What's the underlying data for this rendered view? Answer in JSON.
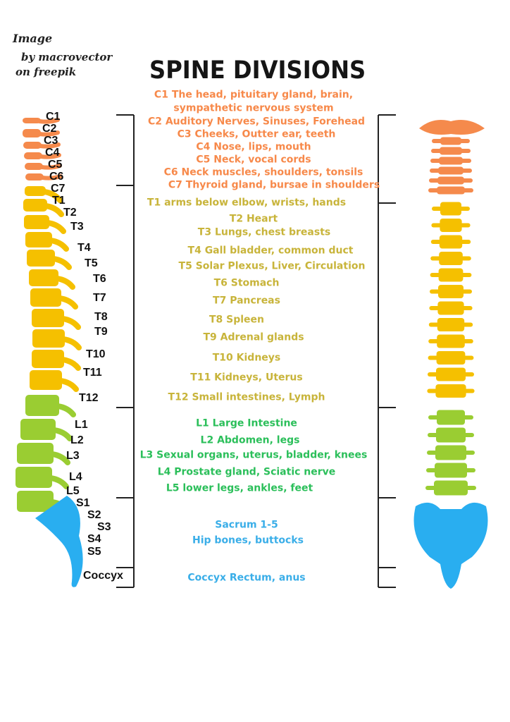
{
  "credit": {
    "line1": "Image",
    "line2": "by macrovector",
    "line3": "on freepik"
  },
  "title": "SPINE DIVISIONS",
  "colors": {
    "cervical": "#f7894a",
    "thoracic": "#c8b43a",
    "lumbar": "#2bbf5a",
    "sacral": "#3aaee8",
    "cervical_bone": "#f58a4c",
    "thoracic_bone": "#f5c000",
    "lumbar_bone": "#9acd32",
    "sacral_bone": "#29aef0"
  },
  "vertebra_labels": [
    "C1",
    "C2",
    "C3",
    "C4",
    "C5",
    "C6",
    "C7",
    "T1",
    "T2",
    "T3",
    "T4",
    "T5",
    "T6",
    "T7",
    "T8",
    "T9",
    "T10",
    "T11",
    "T12",
    "L1",
    "L2",
    "L3",
    "L4",
    "L5",
    "S1",
    "S2",
    "S3",
    "S4",
    "S5",
    "Coccyx"
  ],
  "descriptions": {
    "cervical": [
      "C1 The head, pituitary gland, brain,",
      "sympathetic nervous system",
      "C2 Auditory Nerves, Sinuses, Forehead",
      "C3 Cheeks, Outter ear, teeth",
      "C4 Nose, lips, mouth",
      "C5 Neck, vocal cords",
      "C6 Neck muscles, shoulders, tonsils",
      "C7 Thyroid gland, bursae in shoulders"
    ],
    "thoracic": [
      "T1 arms below elbow, wrists, hands",
      "T2 Heart",
      "T3 Lungs, chest breasts",
      "T4 Gall bladder, common duct",
      "T5 Solar Plexus, Liver, Circulation",
      "T6 Stomach",
      "T7 Pancreas",
      "T8 Spleen",
      "T9 Adrenal glands",
      "T10 Kidneys",
      "T11 Kidneys, Uterus",
      "T12 Small intestines, Lymph"
    ],
    "lumbar": [
      "L1 Large Intestine",
      "L2 Abdomen, legs",
      "L3 Sexual organs, uterus, bladder, knees",
      "L4 Prostate gland, Sciatic nerve",
      "L5 lower legs, ankles, feet"
    ],
    "sacral": [
      "Sacrum 1-5",
      "Hip bones, buttocks",
      "Coccyx Rectum, anus"
    ]
  }
}
